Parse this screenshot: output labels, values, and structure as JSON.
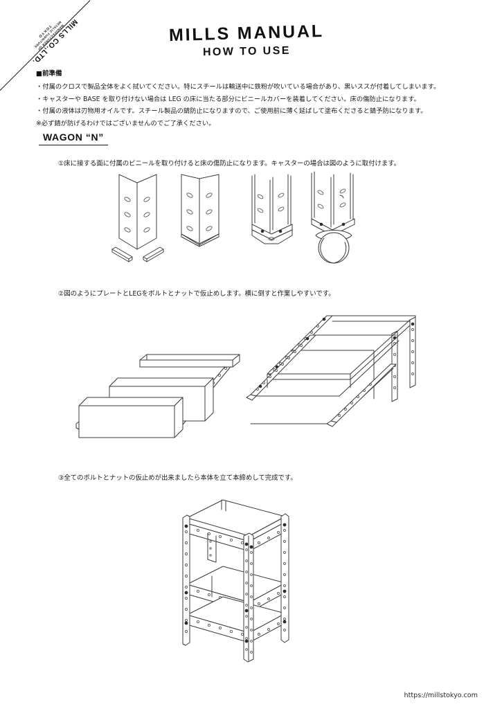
{
  "logo": {
    "line1": "MILLS CO.,LTD.",
    "line2": "MANUFACTURER OF",
    "line3": "METALIC FURNITURE",
    "line4": "TOKYO"
  },
  "header": {
    "title": "MILLS MANUAL",
    "subtitle": "HOW TO USE"
  },
  "intro": {
    "heading": "■前準備",
    "lines": [
      "・付属のクロスで製品全体をよく拭いてください。特にスチールは輸送中に鉄粉が吹いている場合があり、黒いススが付着してしまいます。",
      "・キャスターや BASE を取り付けない場合は LEG の床に当たる部分にビニールカバーを装着してください。床の傷防止になります。",
      "・付属の液体は刃物用オイルです。スチール製品の錆防止になりますので、ご使用前に薄く延ばして塗布くださると錆予防になります。",
      "※必ず錆が防げるわけではございませんのでご了承ください。"
    ]
  },
  "section": {
    "title": "WAGON “N”"
  },
  "steps": [
    {
      "number": "①",
      "text": "①床に接する面に付属のビニールを取り付けると床の傷防止になります。キャスターの場合は図のように取付けます。",
      "figure_name": "leg-vinyl-and-caster-diagram"
    },
    {
      "number": "②",
      "text": "②図のようにプレートとLEGをボルトとナットで仮止めします。横に倒すと作業しやすいです。",
      "figure_name": "plate-leg-temporary-fastening-diagram"
    },
    {
      "number": "③",
      "text": "③全てのボルトとナットの仮止めが出来ましたら本体を立て本締めして完成です。",
      "figure_name": "completed-wagon-diagram"
    }
  ],
  "footer": {
    "url": "https://millstokyo.com"
  },
  "colors": {
    "text": "#1a1a1a",
    "line_art": "#3a3a3a",
    "bolt": "#2b2b2b",
    "background": "#ffffff"
  }
}
